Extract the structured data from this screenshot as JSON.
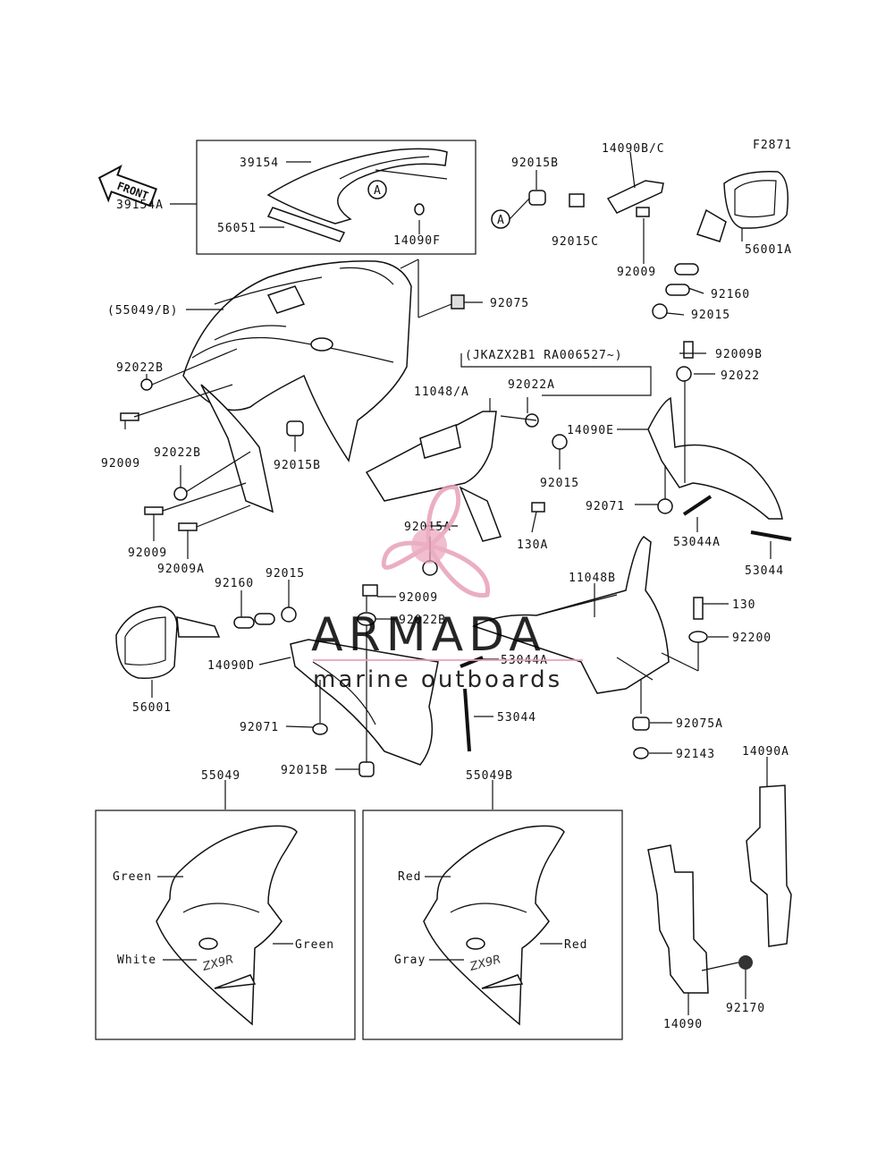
{
  "diagram": {
    "figure_code": "F2871",
    "front_label": "FRONT",
    "serial_note": "(JKAZX2B1 RA006527~)",
    "parts": {
      "p39154": "39154",
      "p39154A": "39154A",
      "p56051": "56051",
      "p14090F": "14090F",
      "pA1": "A",
      "pA2": "A",
      "p92015B_top": "92015B",
      "p14090BC": "14090B/C",
      "p92015C": "92015C",
      "p92009_top": "92009",
      "p56001A": "56001A",
      "p92160_r": "92160",
      "p92015_r": "92015",
      "p92075": "92075",
      "p55049B": "(55049/B)",
      "p92022B_l": "92022B",
      "p92009_l1": "92009",
      "p92022B_l2": "92022B",
      "p92015B_mid": "92015B",
      "p92009_l2": "92009",
      "p92009A": "92009A",
      "p11048A": "11048/A",
      "p92022A": "92022A",
      "p92015_mid": "92015",
      "p92015A": "92015A",
      "p130A": "130A",
      "p92009B": "92009B",
      "p92022_r": "92022",
      "p14090E": "14090E",
      "p92071_r": "92071",
      "p53044A_r": "53044A",
      "p53044_r": "53044",
      "p92160_l": "92160",
      "p92015_l": "92015",
      "p92009_c": "92009",
      "p92022B_c": "92022B",
      "p14090D": "14090D",
      "p56001": "56001",
      "p53044A_c": "53044A",
      "p92071_c": "92071",
      "p53044_c": "53044",
      "p92015B_c": "92015B",
      "p11048B": "11048B",
      "p130": "130",
      "p92200": "92200",
      "p92075A": "92075A",
      "p92143": "92143",
      "p14090A": "14090A",
      "p14090": "14090",
      "p92170": "92170",
      "p55049": "55049",
      "p55049B_b": "55049B"
    },
    "variants": {
      "left": {
        "c1": "Green",
        "c2": "White",
        "c3": "Green"
      },
      "right": {
        "c1": "Red",
        "c2": "Gray",
        "c3": "Red"
      }
    }
  },
  "watermark": {
    "brand": "ARMADA",
    "tagline": "marine outboards",
    "accent_color": "#e8a0b8"
  }
}
